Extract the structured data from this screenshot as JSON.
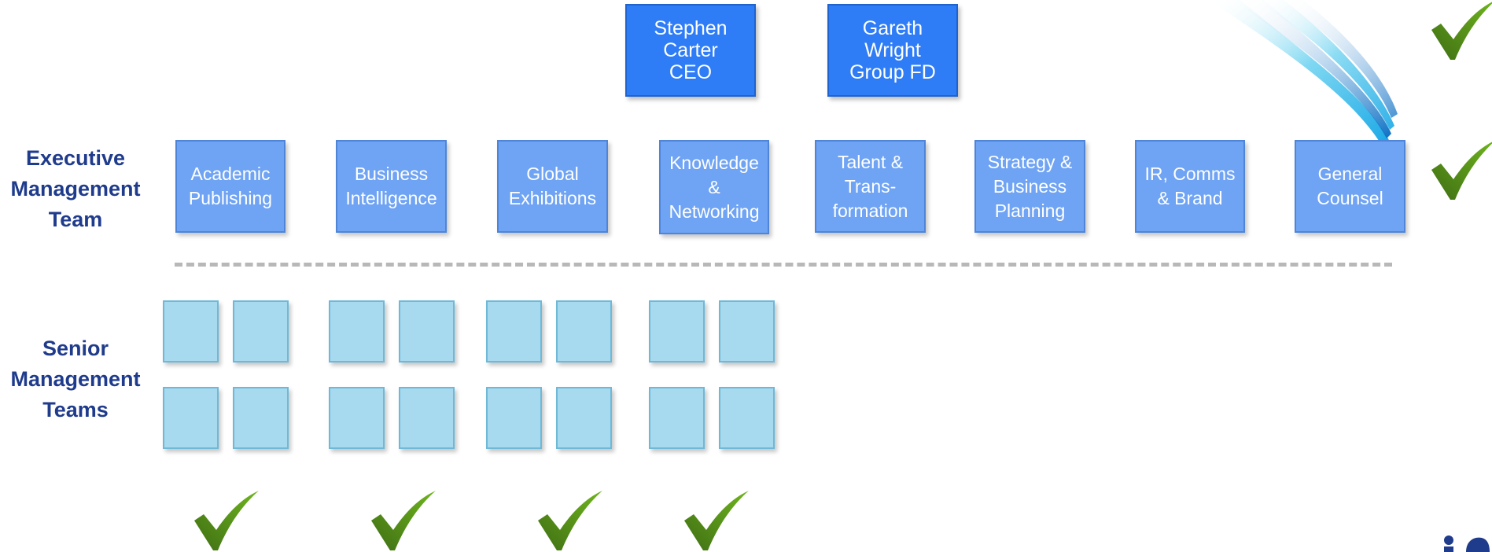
{
  "leadership": [
    {
      "text": "Stephen\nCarter\nCEO"
    },
    {
      "text": "Gareth\nWright\nGroup FD"
    }
  ],
  "executive_team": {
    "label": "Executive\nManagement\nTeam",
    "units": [
      {
        "text": "Academic\nPublishing"
      },
      {
        "text": "Business\nIntelligence"
      },
      {
        "text": "Global\nExhibitions"
      },
      {
        "text": "Knowledge\n&\nNetworking"
      },
      {
        "text": "Talent &\nTrans-\nformation"
      },
      {
        "text": "Strategy &\nBusiness\nPlanning"
      },
      {
        "text": "IR, Comms\n& Brand"
      },
      {
        "text": "General\nCounsel"
      }
    ]
  },
  "senior_teams": {
    "label": "Senior\nManagement\nTeams",
    "group_count": 4
  },
  "colors": {
    "leader_box": "#2e7cf6",
    "exec_box": "#6fa3f3",
    "senior_box": "#a7daef",
    "label_text": "#1f3b8c",
    "check_dark": "#3f6e14",
    "check_light": "#6fb51e"
  },
  "icons": {
    "checkmark": "checkmark-icon",
    "swoosh": "light-swoosh-graphic",
    "corner": "logo-icon"
  }
}
